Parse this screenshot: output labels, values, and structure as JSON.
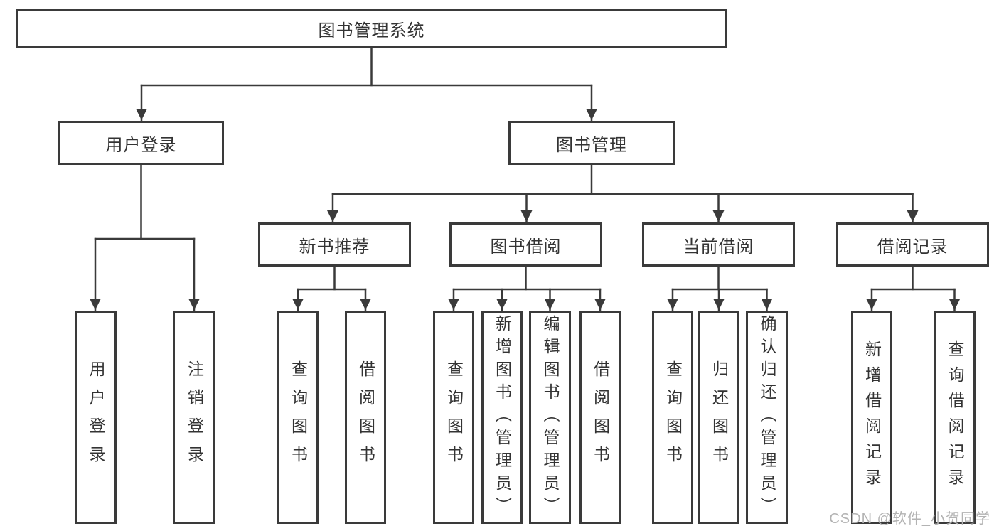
{
  "root": {
    "label": "图书管理系统"
  },
  "branches": [
    {
      "label": "用户登录",
      "children": [
        {
          "label": "用户登录"
        },
        {
          "label": "注销登录"
        }
      ]
    },
    {
      "label": "图书管理",
      "children": [
        {
          "label": "新书推荐",
          "children": [
            {
              "label": "查询图书"
            },
            {
              "label": "借阅图书"
            }
          ]
        },
        {
          "label": "图书借阅",
          "children": [
            {
              "label": "查询图书"
            },
            {
              "label": "新增图书（管理员）"
            },
            {
              "label": "编辑图书（管理员）"
            },
            {
              "label": "借阅图书"
            }
          ]
        },
        {
          "label": "当前借阅",
          "children": [
            {
              "label": "查询图书"
            },
            {
              "label": "归还图书"
            },
            {
              "label": "确认归还（管理员）"
            }
          ]
        },
        {
          "label": "借阅记录",
          "children": [
            {
              "label": "新增借阅记录"
            },
            {
              "label": "查询借阅记录"
            }
          ]
        }
      ]
    }
  ],
  "watermark": {
    "text": "CSDN @软件_小贺同学"
  },
  "colors": {
    "line": "#3a3a3a",
    "text": "#333333",
    "watermark": "#b3b3b3",
    "box-bg": "#ffffff",
    "page-bg": "#ffffff"
  }
}
